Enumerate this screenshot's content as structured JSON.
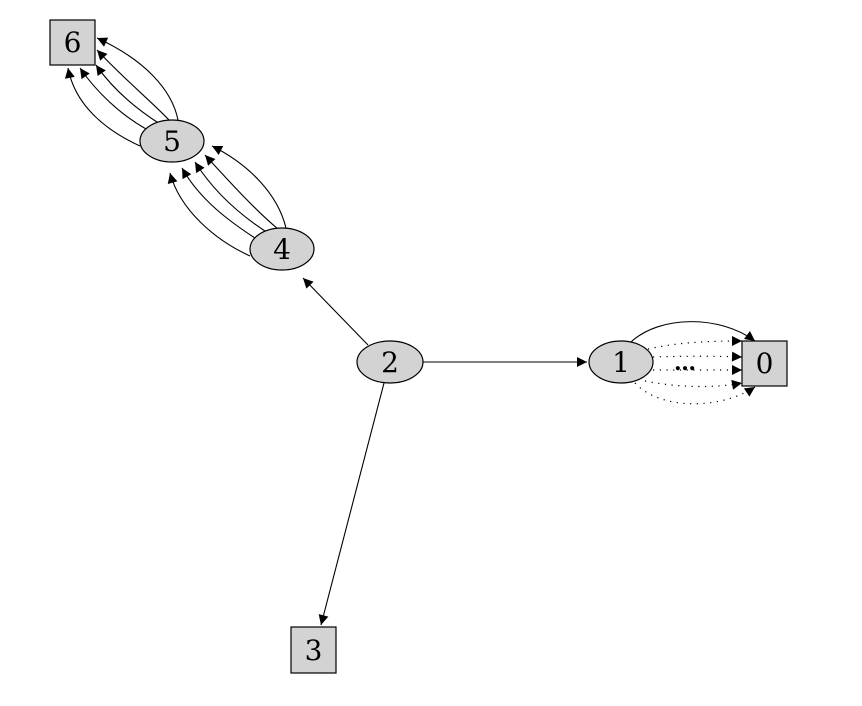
{
  "diagram": {
    "type": "directed-multigraph",
    "nodes": [
      {
        "id": "0",
        "label": "0",
        "shape": "box"
      },
      {
        "id": "1",
        "label": "1",
        "shape": "ellipse"
      },
      {
        "id": "2",
        "label": "2",
        "shape": "ellipse"
      },
      {
        "id": "3",
        "label": "3",
        "shape": "box"
      },
      {
        "id": "4",
        "label": "4",
        "shape": "ellipse"
      },
      {
        "id": "5",
        "label": "5",
        "shape": "ellipse"
      },
      {
        "id": "6",
        "label": "6",
        "shape": "box"
      }
    ],
    "edges": [
      {
        "from": "2",
        "to": "4",
        "count": 1,
        "style": "solid"
      },
      {
        "from": "2",
        "to": "1",
        "count": 1,
        "style": "solid"
      },
      {
        "from": "2",
        "to": "3",
        "count": 1,
        "style": "solid"
      },
      {
        "from": "4",
        "to": "5",
        "count": 5,
        "style": "solid"
      },
      {
        "from": "5",
        "to": "6",
        "count": 5,
        "style": "solid"
      },
      {
        "from": "1",
        "to": "0",
        "count": 1,
        "style": "solid"
      },
      {
        "from": "1",
        "to": "0",
        "count": 5,
        "style": "dotted"
      }
    ],
    "ellipsis_label": "…",
    "colors": {
      "node_fill": "#d3d3d3",
      "stroke": "#000000",
      "background": "#ffffff"
    }
  }
}
